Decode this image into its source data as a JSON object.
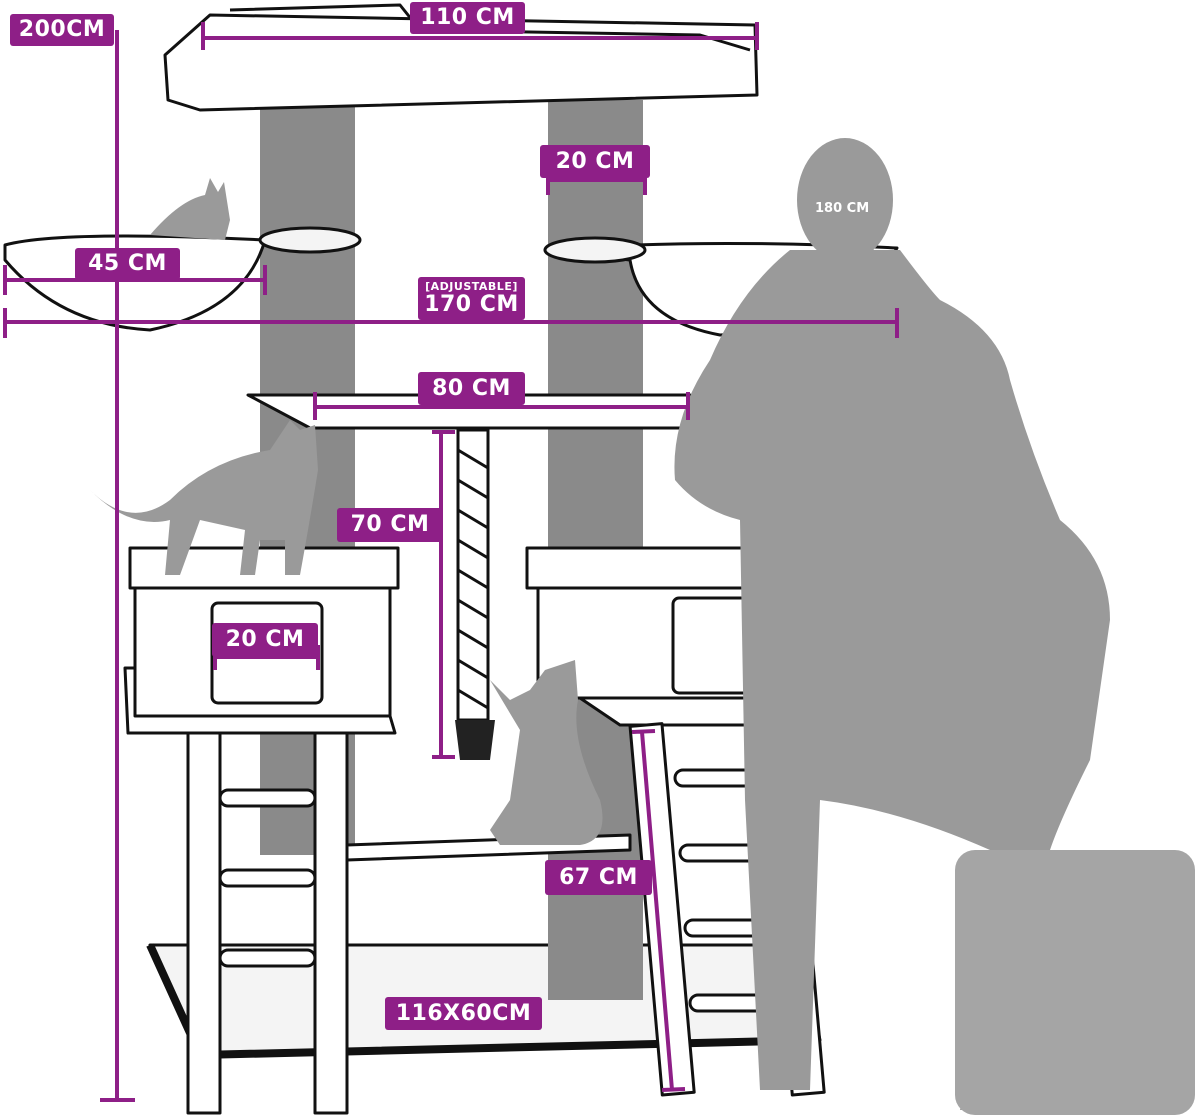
{
  "colors": {
    "accent": "#8e1f87",
    "outline": "#111111",
    "silhouette": "#9a9a9a",
    "post": "#8a8a8a"
  },
  "dimensions": {
    "total_height": "200CM",
    "top_width": "110 CM",
    "post_diameter": "20 CM",
    "person_height": "180 CM",
    "hammock_width": "45 CM",
    "adjustable_note": "[ADJUSTABLE]",
    "total_width": "170 CM",
    "mid_platform_width": "80 CM",
    "rope_height": "70 CM",
    "box_entrance": "20 CM",
    "ladder_length": "67 CM",
    "base_size": "116X60CM"
  }
}
